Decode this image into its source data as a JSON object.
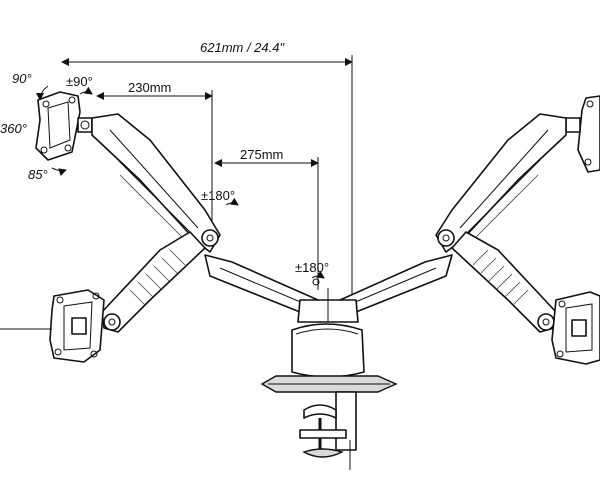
{
  "dimensions": {
    "overall_width": "621mm / 24.4\"",
    "arm_reach_upper": "230mm",
    "arm_reach_lower": "275mm"
  },
  "rotations": {
    "tilt_up": "90°",
    "rotate": "360°",
    "tilt_down": "85°",
    "vesa_swivel": "±90°",
    "elbow_swivel": "±180°",
    "base_swivel": "±180°"
  }
}
